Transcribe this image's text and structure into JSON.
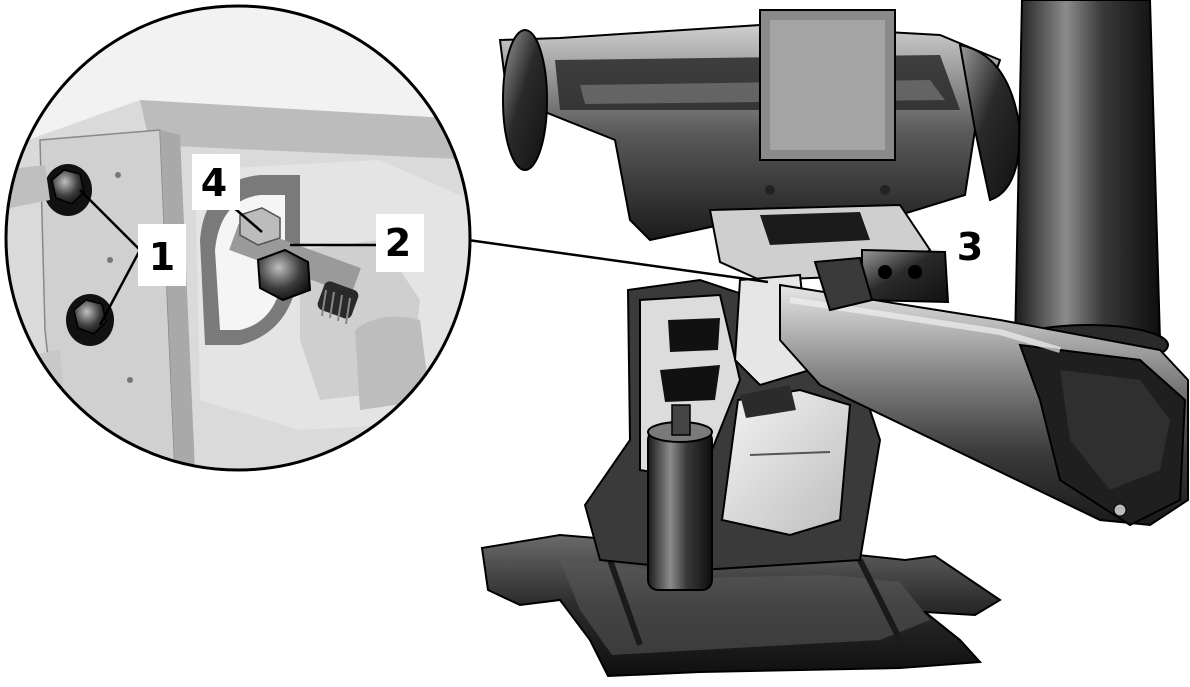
{
  "callouts": {
    "c1": "1",
    "c2": "2",
    "c3": "3",
    "c4": "4"
  },
  "colors": {
    "background": "#ffffff",
    "ink": "#000000",
    "metal_dark": "#1c1c1c",
    "metal_mid": "#6b6b6b",
    "metal_light": "#d9d9d9"
  }
}
